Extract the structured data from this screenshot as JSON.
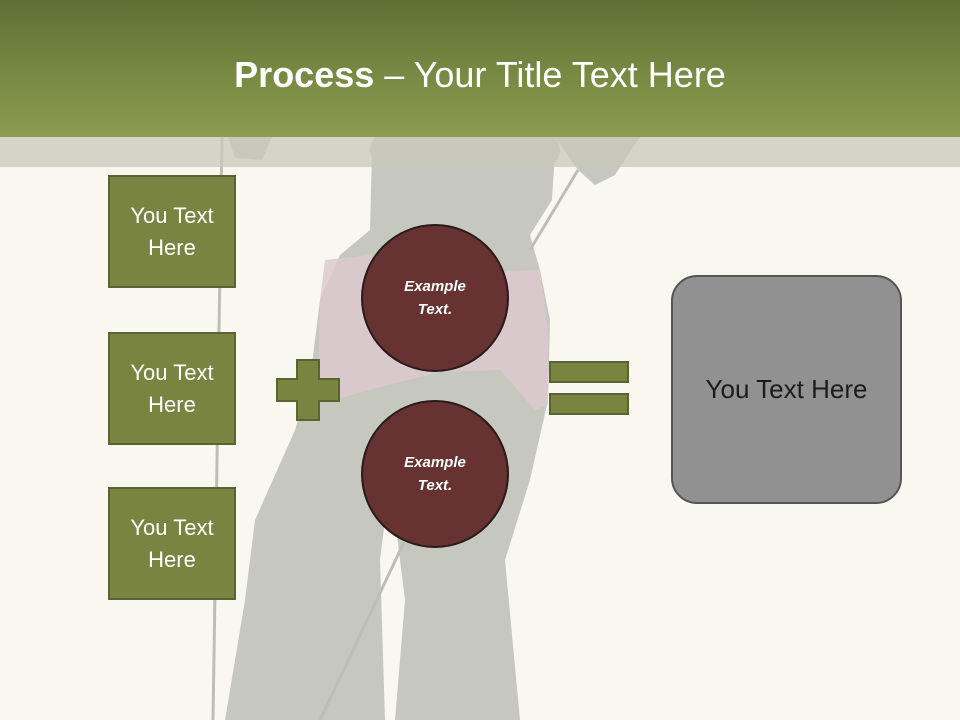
{
  "slide": {
    "title_bold": "Process",
    "title_rest": " – Your Title Text Here",
    "boxes": [
      {
        "label": "You Text Here"
      },
      {
        "label": "You Text Here"
      },
      {
        "label": "You Text Here"
      }
    ],
    "circles": [
      {
        "label": "Example Text."
      },
      {
        "label": "Example Text."
      }
    ],
    "result": {
      "label": "You Text Here"
    }
  },
  "colors": {
    "header": "#7a8c44",
    "box_fill": "#78843f",
    "circle_fill": "#663232",
    "result_fill": "#919191",
    "background": "#f8f8f1"
  },
  "icons": {
    "plus": "plus-icon",
    "equals": "equals-icon"
  }
}
